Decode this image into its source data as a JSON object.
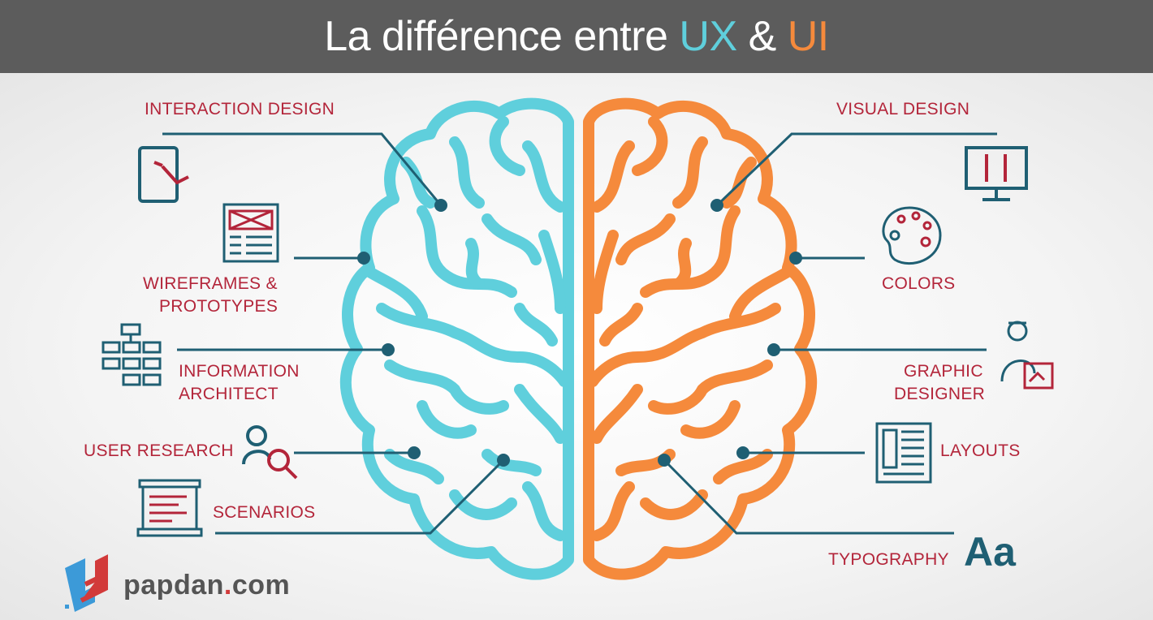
{
  "header": {
    "title_prefix": "La différence entre ",
    "ux": "UX",
    "amp": " & ",
    "ui": "UI"
  },
  "colors": {
    "ux": "#5fcfdc",
    "ui": "#f58a3c",
    "label": "#b3253a",
    "connector": "#1f5f73",
    "header_bg": "#5c5c5c"
  },
  "ux_side": [
    {
      "label": "INTERACTION DESIGN",
      "icon": "tablet-touch-icon"
    },
    {
      "label_line1": "WIREFRAMES &",
      "label_line2": "PROTOTYPES",
      "icon": "wireframe-icon"
    },
    {
      "label_line1": "INFORMATION",
      "label_line2": "ARCHITECT",
      "icon": "sitemap-icon"
    },
    {
      "label": "USER RESEARCH",
      "icon": "user-search-icon"
    },
    {
      "label": "SCENARIOS",
      "icon": "scroll-document-icon"
    }
  ],
  "ui_side": [
    {
      "label": "VISUAL DESIGN",
      "icon": "monitor-brushes-icon"
    },
    {
      "label": "COLORS",
      "icon": "palette-icon"
    },
    {
      "label_line1": "GRAPHIC",
      "label_line2": "DESIGNER",
      "icon": "designer-icon"
    },
    {
      "label": "LAYOUTS",
      "icon": "layout-icon"
    },
    {
      "label": "TYPOGRAPHY",
      "icon": "typography-icon",
      "icon_text": "Aa"
    }
  ],
  "logo": {
    "name": "papdan",
    "dot": ".",
    "tld": "com"
  }
}
